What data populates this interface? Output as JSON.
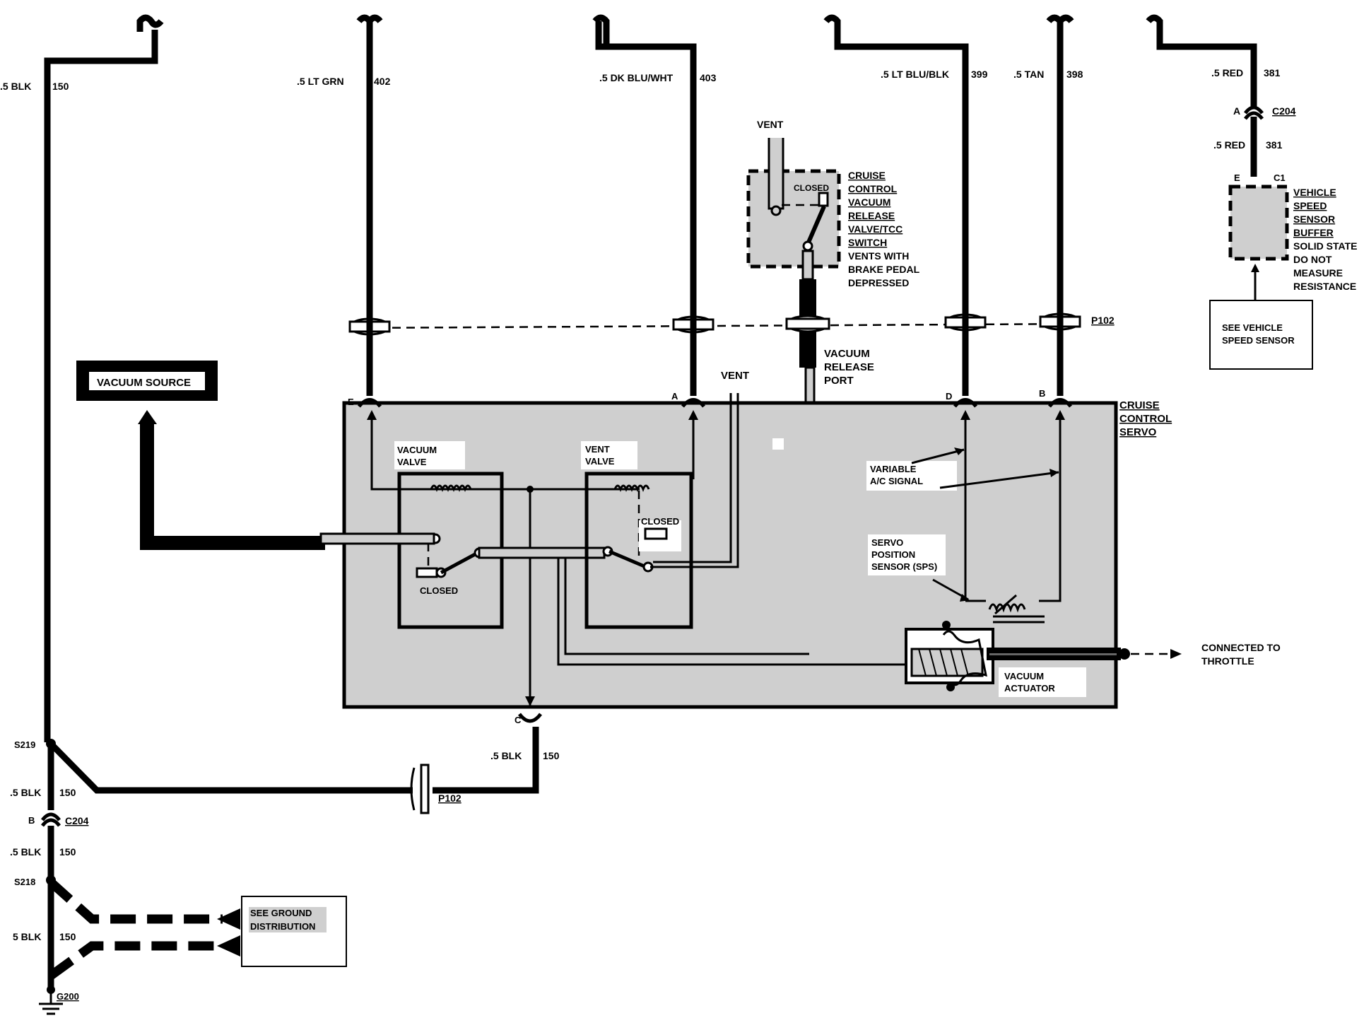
{
  "wires": {
    "w150_top": {
      "gauge": ".5 BLK",
      "circuit": "150"
    },
    "w402": {
      "gauge": ".5  LT GRN",
      "circuit": "402"
    },
    "w403": {
      "gauge": ".5 DK BLU/WHT",
      "circuit": "403"
    },
    "w399": {
      "gauge": ".5 LT BLU/BLK",
      "circuit": "399"
    },
    "w398": {
      "gauge": ".5 TAN",
      "circuit": "398"
    },
    "w381a": {
      "gauge": ".5 RED",
      "circuit": "381"
    },
    "w381b": {
      "gauge": ".5 RED",
      "circuit": "381"
    },
    "w150_servo": {
      "gauge": ".5 BLK",
      "circuit": "150"
    },
    "w150_s219": {
      "gauge": ".5 BLK",
      "circuit": "150"
    },
    "w150_c204": {
      "gauge": ".5 BLK",
      "circuit": "150"
    },
    "w150_s218": {
      "gauge": "5 BLK",
      "circuit": "150"
    }
  },
  "connectors": {
    "c204_top": {
      "pin": "A",
      "name": "C204"
    },
    "vssb_pin": "E",
    "vssb_conn": "C1",
    "servo_pin_e": "E",
    "servo_pin_a": "A",
    "servo_pin_d": "D",
    "servo_pin_b": "B",
    "servo_pin_c": "C",
    "p102_top": "P102",
    "p102_bottom": "P102",
    "c204_bottom": {
      "pin": "B",
      "name": "C204"
    }
  },
  "splices": {
    "s219": "S219",
    "s218": "S218",
    "g200": "G200"
  },
  "labels": {
    "vent_top": "VENT",
    "closed_top": "CLOSED",
    "cruise_valve_title": [
      "CRUISE",
      "CONTROL",
      "VACUUM",
      "RELEASE",
      "VALVE/TCC",
      "SWITCH"
    ],
    "cruise_valve_note": [
      "VENTS WITH",
      "BRAKE PEDAL",
      "DEPRESSED"
    ],
    "vssb_title": [
      "VEHICLE",
      "SPEED",
      "SENSOR",
      "BUFFER"
    ],
    "vssb_note": [
      "SOLID STATE",
      "DO NOT",
      "MEASURE",
      "RESISTANCE"
    ],
    "see_vss": [
      "SEE VEHICLE",
      "SPEED SENSOR"
    ],
    "vacuum_source": "VACUUM SOURCE",
    "vacuum_release_port": [
      "VACUUM",
      "RELEASE",
      "PORT"
    ],
    "vent_servo": "VENT",
    "servo_title": [
      "CRUISE",
      "CONTROL",
      "SERVO"
    ],
    "vacuum_valve": [
      "VACUUM",
      "VALVE"
    ],
    "vent_valve": [
      "VENT",
      "VALVE"
    ],
    "closed_vent": "CLOSED",
    "closed_vacuum": "CLOSED",
    "variable_ac": [
      "VARIABLE",
      "A/C SIGNAL"
    ],
    "sps": [
      "SERVO",
      "POSITION",
      "SENSOR (SPS)"
    ],
    "vacuum_actuator": [
      "VACUUM",
      "ACTUATOR"
    ],
    "throttle": [
      "CONNECTED TO",
      "THROTTLE"
    ],
    "ground_dist": [
      "SEE GROUND",
      "DISTRIBUTION"
    ]
  },
  "colors": {
    "ink": "#000000",
    "fill": "#cfcfcf",
    "paper": "#ffffff"
  }
}
